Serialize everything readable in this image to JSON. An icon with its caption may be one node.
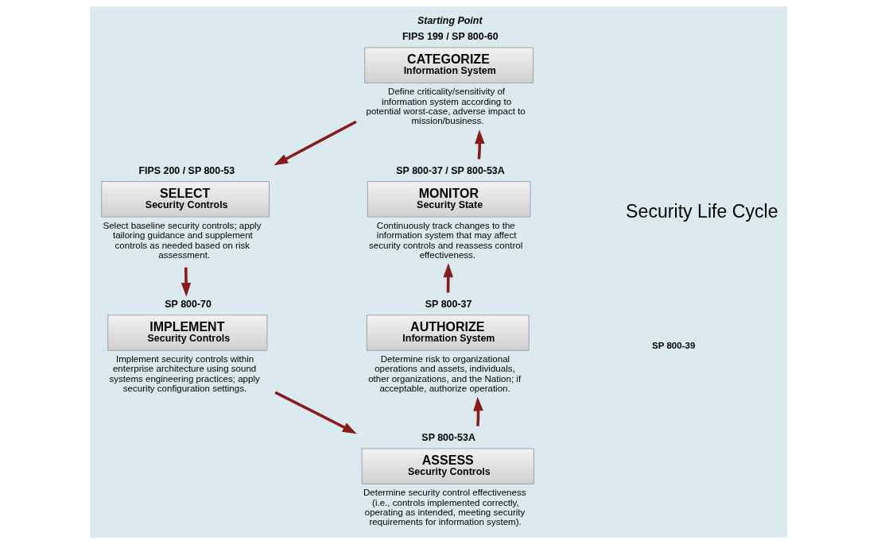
{
  "diagram": {
    "nodes": [
      {
        "text": [
          "CATEGORIZE",
          "Information System"
        ],
        "beside": [
          "Starting Point",
          "FIPS 199 / SP 800-60",
          "Define criticality/sensitivity of information system according to potential worst-case, adverse impact to mission/business."
        ]
      },
      {
        "text": [
          "SELECT",
          "Security Controls"
        ],
        "beside": [
          "FIPS 200 / SP 800-53",
          "Select baseline security controls; apply tailoring guidance and supplement controls as needed based on risk assessment."
        ]
      },
      {
        "text": [
          "IMPLEMENT",
          "Security Controls"
        ],
        "beside": [
          "SP 800-70",
          "Implement security controls within enterprise architecture using sound systems engineering practices; apply security configuration settings."
        ]
      },
      {
        "text": [
          "ASSESS",
          "Security Controls"
        ],
        "beside": [
          "SP 800-53A",
          "Determine security control effectiveness (i.e., controls implemented correctly, operating as intended, meeting security requirements for information system)."
        ]
      },
      {
        "text": [
          "AUTHORIZE",
          "Information System"
        ],
        "beside": [
          "SP 800-37",
          "Determine risk to organizational operations and assets, individuals, other organizations, and the Nation; if acceptable, authorize operation."
        ]
      },
      {
        "text": [
          "MONITOR",
          "Security State"
        ],
        "beside": [
          "SP 800-37 / SP 800-53A",
          "Continuously track changes to the information system that may affect security controls and reassess control effectiveness."
        ]
      }
    ],
    "edges": [
      {
        "from": 0,
        "to": 1,
        "arrow": "to"
      },
      {
        "from": 1,
        "to": 2,
        "arrow": "to"
      },
      {
        "from": 2,
        "to": 3,
        "arrow": "to"
      },
      {
        "from": 3,
        "to": 4,
        "arrow": "to"
      },
      {
        "from": 4,
        "to": 5,
        "arrow": "to"
      },
      {
        "from": 5,
        "to": 0,
        "arrow": "to"
      }
    ],
    "labels": [
      "Security Life Cycle",
      "SP 800-39"
    ]
  }
}
